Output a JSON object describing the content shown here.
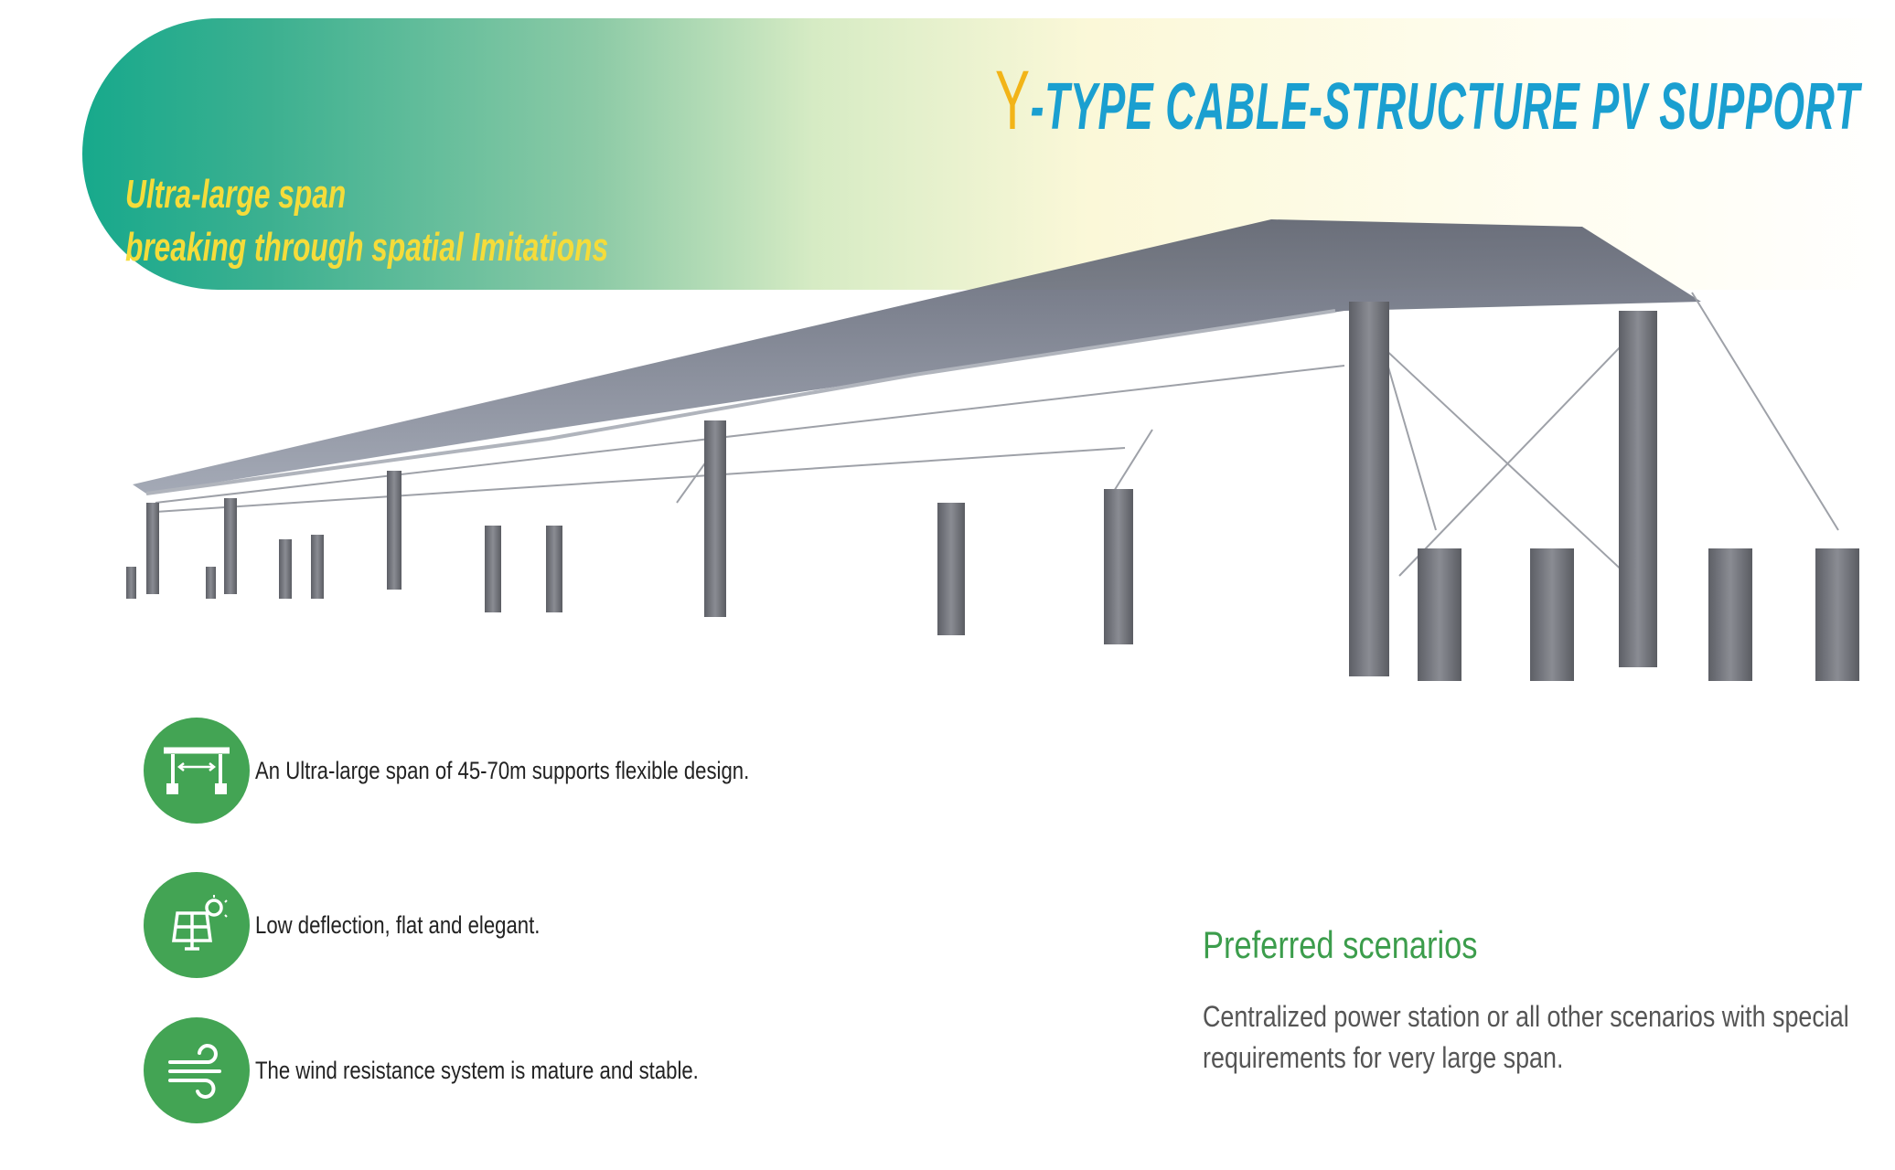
{
  "header": {
    "title_letter": "Y",
    "title_rest": "-TYPE CABLE-STRUCTURE PV SUPPORT",
    "subtitle_line1": "Ultra-large span",
    "subtitle_line2": "breaking through spatial Imitations"
  },
  "features": [
    {
      "icon": "span-icon",
      "text": "An Ultra-large span of 45-70m supports flexible design."
    },
    {
      "icon": "solar-panel-icon",
      "text": "Low deflection, flat and elegant."
    },
    {
      "icon": "wind-icon",
      "text": "The wind resistance system is mature and stable."
    }
  ],
  "scenarios": {
    "heading": "Preferred scenarios",
    "line1": "Centralized power station or all other scenarios with special",
    "line2": "requirements for very large span."
  },
  "colors": {
    "accent_green": "#43a454",
    "title_blue": "#1a9fd0",
    "title_yellow": "#f2b418",
    "banner_teal": "#17a98c"
  }
}
